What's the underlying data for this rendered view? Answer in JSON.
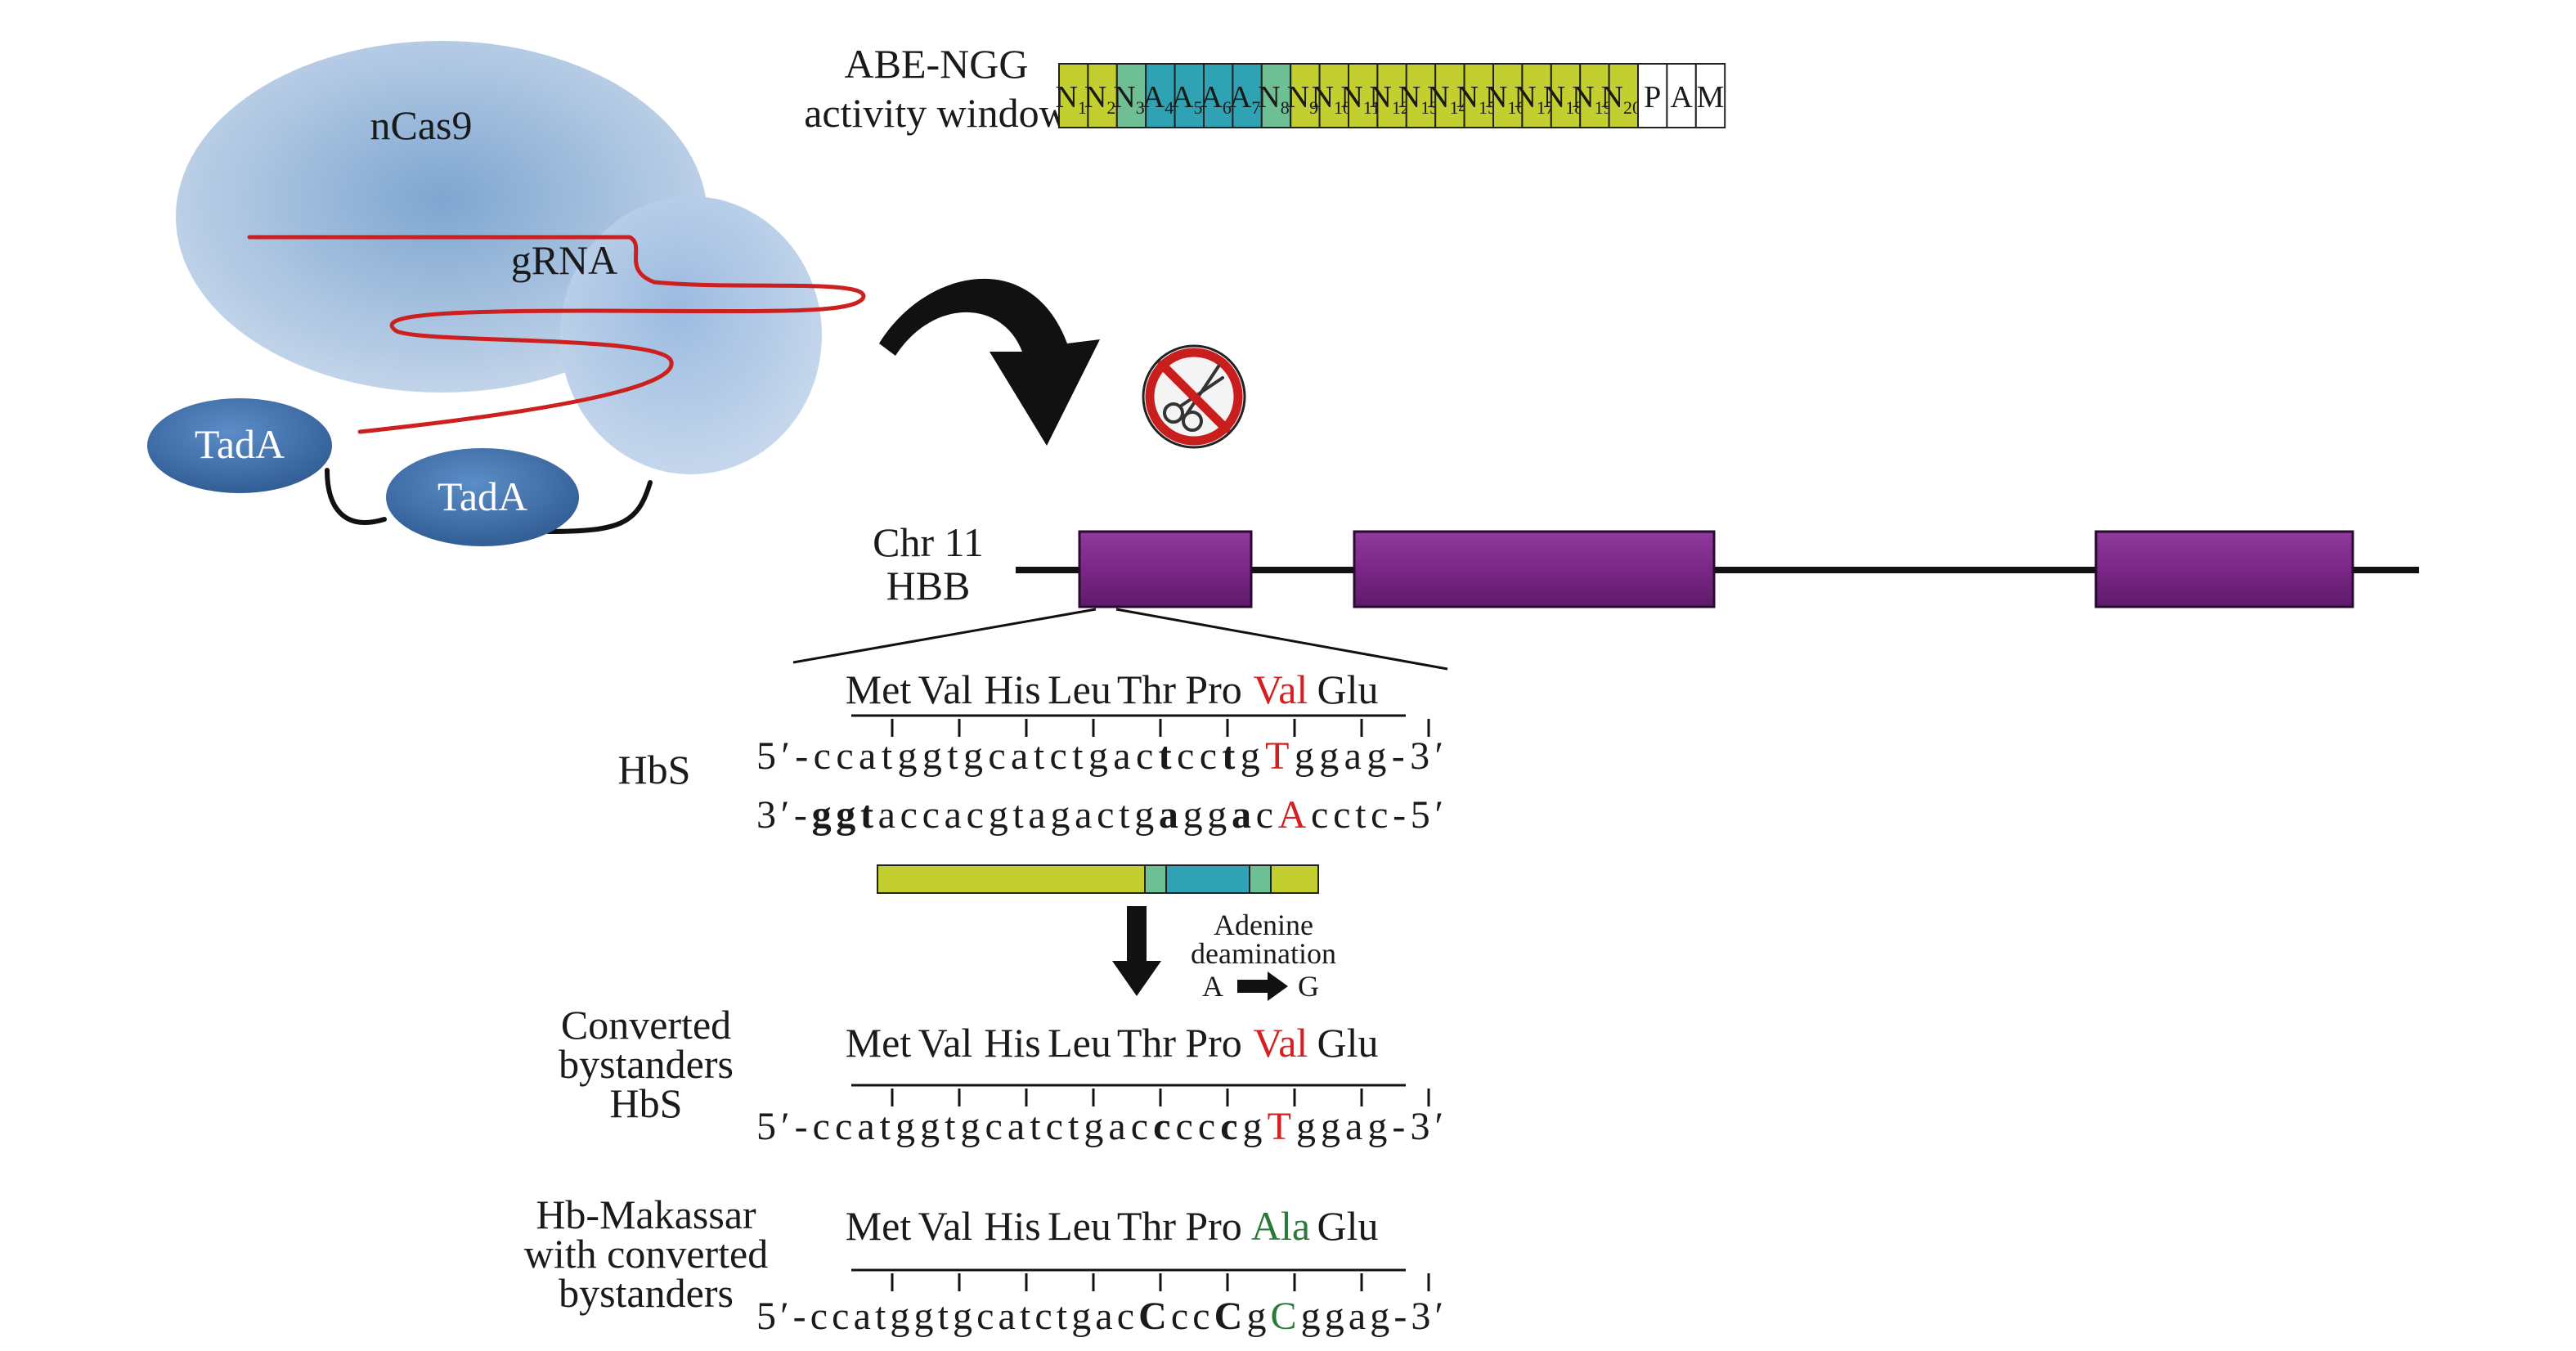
{
  "colors": {
    "n_cell": "#c2cf2e",
    "a_cell": "#2fa3b4",
    "edge_cell": "#6fbf95",
    "pam_cell": "#ffffff",
    "exon": "#7b2a87",
    "tada": "#3b6aa6",
    "cas9": "#c5d6ea",
    "grna": "#cc2020",
    "target_red": "#d42020",
    "makassar_green": "#2a7a3a"
  },
  "protein": {
    "ncas9_label": "nCas9",
    "grna_label": "gRNA",
    "tada_left_label": "TadA",
    "tada_right_label": "TadA"
  },
  "activity_window": {
    "title_line1": "ABE-NGG",
    "title_line2": "activity window",
    "cells": [
      {
        "base": "N",
        "index": "1",
        "kind": "n"
      },
      {
        "base": "N",
        "index": "2",
        "kind": "n"
      },
      {
        "base": "N",
        "index": "3",
        "kind": "edge"
      },
      {
        "base": "A",
        "index": "4",
        "kind": "a"
      },
      {
        "base": "A",
        "index": "5",
        "kind": "a"
      },
      {
        "base": "A",
        "index": "6",
        "kind": "a"
      },
      {
        "base": "A",
        "index": "7",
        "kind": "a"
      },
      {
        "base": "N",
        "index": "8",
        "kind": "edge"
      },
      {
        "base": "N",
        "index": "9",
        "kind": "n"
      },
      {
        "base": "N",
        "index": "10",
        "kind": "n"
      },
      {
        "base": "N",
        "index": "11",
        "kind": "n"
      },
      {
        "base": "N",
        "index": "12",
        "kind": "n"
      },
      {
        "base": "N",
        "index": "13",
        "kind": "n"
      },
      {
        "base": "N",
        "index": "14",
        "kind": "n"
      },
      {
        "base": "N",
        "index": "15",
        "kind": "n"
      },
      {
        "base": "N",
        "index": "16",
        "kind": "n"
      },
      {
        "base": "N",
        "index": "17",
        "kind": "n"
      },
      {
        "base": "N",
        "index": "18",
        "kind": "n"
      },
      {
        "base": "N",
        "index": "19",
        "kind": "n"
      },
      {
        "base": "N",
        "index": "20",
        "kind": "n"
      },
      {
        "base": "P",
        "index": "",
        "kind": "pam"
      },
      {
        "base": "A",
        "index": "",
        "kind": "pam"
      },
      {
        "base": "M",
        "index": "",
        "kind": "pam"
      }
    ]
  },
  "gene": {
    "chr_label": "Chr 11",
    "gene_label": "HBB"
  },
  "hbs": {
    "label": "HbS",
    "codons": [
      {
        "text": "Met",
        "color": "default"
      },
      {
        "text": "Val",
        "color": "default"
      },
      {
        "text": "His",
        "color": "default"
      },
      {
        "text": "Leu",
        "color": "default"
      },
      {
        "text": "Thr",
        "color": "default"
      },
      {
        "text": "Pro",
        "color": "default"
      },
      {
        "text": "Val",
        "color": "red"
      },
      {
        "text": "Glu",
        "color": "default"
      }
    ],
    "top_strand": [
      {
        "t": "5′-",
        "s": "n"
      },
      {
        "t": "ccatggtgcatctgac",
        "s": "n"
      },
      {
        "t": "t",
        "s": "b"
      },
      {
        "t": "cc",
        "s": "n"
      },
      {
        "t": "t",
        "s": "b"
      },
      {
        "t": "g",
        "s": "n"
      },
      {
        "t": "T",
        "s": "r"
      },
      {
        "t": "ggag",
        "s": "n"
      },
      {
        "t": "-3′",
        "s": "n"
      }
    ],
    "bottom_strand": [
      {
        "t": "3′-",
        "s": "n"
      },
      {
        "t": "ggt",
        "s": "b"
      },
      {
        "t": "accacgtagactg",
        "s": "n"
      },
      {
        "t": "a",
        "s": "b"
      },
      {
        "t": "gg",
        "s": "n"
      },
      {
        "t": "a",
        "s": "b"
      },
      {
        "t": "c",
        "s": "n"
      },
      {
        "t": "A",
        "s": "r"
      },
      {
        "t": "cctc",
        "s": "n"
      },
      {
        "t": "-5′",
        "s": "n"
      }
    ]
  },
  "deamination": {
    "line1": "Adenine",
    "line2": "deamination",
    "from": "A",
    "to": "G"
  },
  "converted": {
    "label_line1": "Converted",
    "label_line2": "bystanders",
    "label_line3": "HbS",
    "codons": [
      {
        "text": "Met",
        "color": "default"
      },
      {
        "text": "Val",
        "color": "default"
      },
      {
        "text": "His",
        "color": "default"
      },
      {
        "text": "Leu",
        "color": "default"
      },
      {
        "text": "Thr",
        "color": "default"
      },
      {
        "text": "Pro",
        "color": "default"
      },
      {
        "text": "Val",
        "color": "red"
      },
      {
        "text": "Glu",
        "color": "default"
      }
    ],
    "strand": [
      {
        "t": "5′-",
        "s": "n"
      },
      {
        "t": "ccatggtgcatctgac",
        "s": "n"
      },
      {
        "t": "c",
        "s": "b"
      },
      {
        "t": "cc",
        "s": "n"
      },
      {
        "t": "c",
        "s": "b"
      },
      {
        "t": "g",
        "s": "n"
      },
      {
        "t": "T",
        "s": "r"
      },
      {
        "t": "ggag",
        "s": "n"
      },
      {
        "t": "-3′",
        "s": "n"
      }
    ]
  },
  "makassar": {
    "label_line1": "Hb-Makassar",
    "label_line2": "with converted",
    "label_line3": "bystanders",
    "codons": [
      {
        "text": "Met",
        "color": "default"
      },
      {
        "text": "Val",
        "color": "default"
      },
      {
        "text": "His",
        "color": "default"
      },
      {
        "text": "Leu",
        "color": "default"
      },
      {
        "text": "Thr",
        "color": "default"
      },
      {
        "text": "Pro",
        "color": "default"
      },
      {
        "text": "Ala",
        "color": "green"
      },
      {
        "text": "Glu",
        "color": "default"
      }
    ],
    "strand": [
      {
        "t": "5′-",
        "s": "n"
      },
      {
        "t": "ccatggtgcatctgac",
        "s": "n"
      },
      {
        "t": "C",
        "s": "b"
      },
      {
        "t": "cc",
        "s": "n"
      },
      {
        "t": "C",
        "s": "b"
      },
      {
        "t": "g",
        "s": "n"
      },
      {
        "t": "C",
        "s": "g"
      },
      {
        "t": "ggag",
        "s": "n"
      },
      {
        "t": "-3′",
        "s": "n"
      }
    ]
  }
}
